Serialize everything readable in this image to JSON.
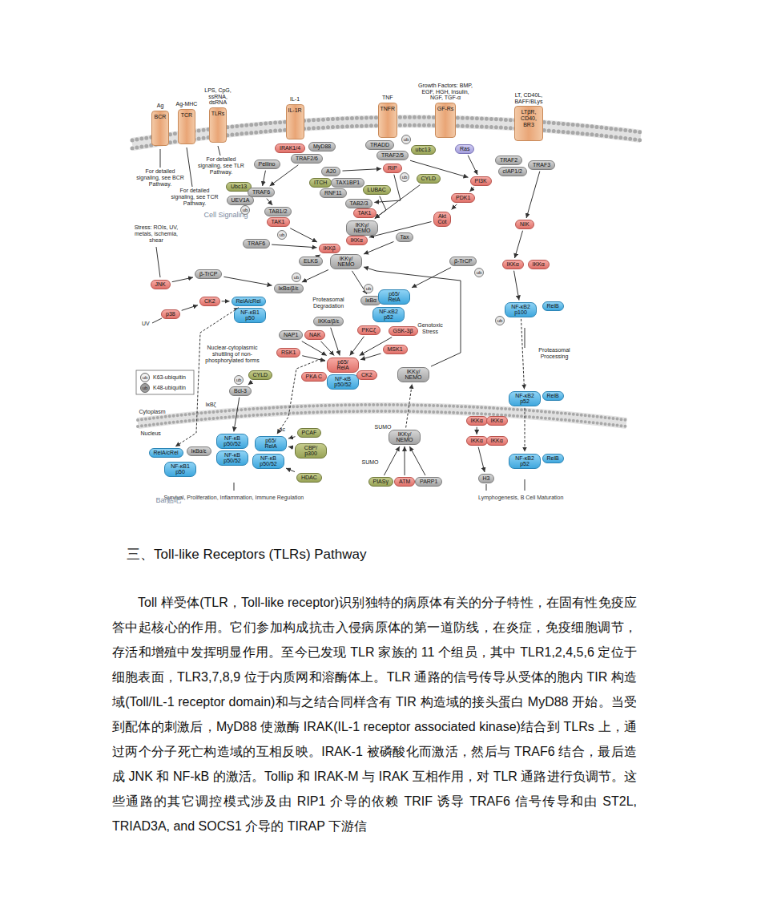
{
  "diagram": {
    "nodes": [
      {
        "text": [
          "Ag",
          "BCR"
        ]
      },
      {
        "text": [
          "Ag-MHC",
          "TCR"
        ]
      },
      {
        "text": [
          "LPS, CpG, ssRNA, dsRNA",
          "TLRs"
        ]
      },
      {
        "text": [
          "IL-1",
          "IL-1R"
        ]
      },
      {
        "text": [
          "MyD88"
        ]
      },
      {
        "text": [
          "IRAK1/4"
        ]
      },
      {
        "text": [
          "TRAF2/6"
        ]
      },
      {
        "text": [
          "TNF",
          "TNFR"
        ]
      },
      {
        "text": [
          "TRADD"
        ]
      },
      {
        "text": [
          "TRAF2/5"
        ]
      },
      {
        "text": [
          "ubc13"
        ]
      },
      {
        "text": [
          "Growth Factors: BMP, EGF, HGH, Insulin, NGF, TGF-α",
          "GF-Rs"
        ]
      },
      {
        "text": [
          "Ras"
        ]
      },
      {
        "text": [
          "LT, CD40L, BAFF/BLys",
          "LTβR, CD40, BR3"
        ]
      },
      {
        "text": [
          "TRAF2"
        ]
      },
      {
        "text": [
          "cIAP1/2"
        ]
      },
      {
        "text": [
          "TRAF3"
        ]
      },
      {
        "text": [
          "Pellino"
        ]
      },
      {
        "text": [
          "A20"
        ]
      },
      {
        "text": [
          "ITCH"
        ]
      },
      {
        "text": [
          "TAX1BP1"
        ]
      },
      {
        "text": [
          "RNF11"
        ]
      },
      {
        "text": [
          "Ubc13"
        ]
      },
      {
        "text": [
          "UEV1A"
        ]
      },
      {
        "text": [
          "TRAF6"
        ]
      },
      {
        "text": [
          "RIP"
        ]
      },
      {
        "text": [
          "CYLD"
        ]
      },
      {
        "text": [
          "PI3K"
        ]
      },
      {
        "text": [
          "LUBAC"
        ]
      },
      {
        "text": [
          "TAB2/3"
        ]
      },
      {
        "text": [
          "TAK1"
        ]
      },
      {
        "text": [
          "IKKγ/ NEMO"
        ]
      },
      {
        "text": [
          "TAB1/2"
        ]
      },
      {
        "text": [
          "TAK1"
        ]
      },
      {
        "text": [
          "PDK1"
        ]
      },
      {
        "text": [
          "Akt",
          "Cot"
        ]
      },
      {
        "text": [
          "Tax"
        ]
      },
      {
        "text": [
          "NIK"
        ]
      },
      {
        "text": [
          "TRAF6"
        ]
      },
      {
        "text": [
          "ELKS"
        ]
      },
      {
        "text": [
          "IKKα"
        ]
      },
      {
        "text": [
          "IKKβ"
        ]
      },
      {
        "text": [
          "IKKγ/ NEMO"
        ]
      },
      {
        "text": [
          "β-TrCP"
        ]
      },
      {
        "text": [
          "IKKα"
        ]
      },
      {
        "text": [
          "IKKα"
        ]
      },
      {
        "text": [
          "β-TrCP"
        ]
      },
      {
        "text": [
          "JNK"
        ]
      },
      {
        "text": [
          "IκBα/β/ε"
        ]
      },
      {
        "text": [
          "RelA/cRel"
        ]
      },
      {
        "text": [
          "NF-κB1 p50"
        ]
      },
      {
        "text": [
          "p38"
        ]
      },
      {
        "text": [
          "CK2"
        ]
      },
      {
        "text": [
          "IκBα"
        ]
      },
      {
        "text": [
          "p65/ RelA"
        ]
      },
      {
        "text": [
          "NF-κB2 p52"
        ]
      },
      {
        "text": [
          "NF-κB2 p100"
        ]
      },
      {
        "text": [
          "RelB"
        ]
      },
      {
        "text": [
          "IKKα/β/ε"
        ]
      },
      {
        "text": [
          "NAP1"
        ]
      },
      {
        "text": [
          "NAK"
        ]
      },
      {
        "text": [
          "RSK1"
        ]
      },
      {
        "text": [
          "PKCζ"
        ]
      },
      {
        "text": [
          "GSK-3β"
        ]
      },
      {
        "text": [
          "MSK1"
        ]
      },
      {
        "text": [
          "p65/ RelA"
        ]
      },
      {
        "text": [
          "NF-κB p50/52"
        ]
      },
      {
        "text": [
          "PKA C"
        ]
      },
      {
        "text": [
          "CK2"
        ]
      },
      {
        "text": [
          "IKKγ/ NEMO"
        ]
      },
      {
        "text": [
          "NF-κB2 p52"
        ]
      },
      {
        "text": [
          "RelB"
        ]
      },
      {
        "text": [
          "IKKα"
        ]
      },
      {
        "text": [
          "IKKα"
        ]
      },
      {
        "text": [
          "CYLD"
        ]
      },
      {
        "text": [
          "Bcl-3"
        ]
      },
      {
        "text": [
          "RelA/cRel"
        ]
      },
      {
        "text": [
          "IκBα/ε"
        ]
      },
      {
        "text": [
          "NF-κB1 p50"
        ]
      },
      {
        "text": [
          "NF-κB p50/52"
        ]
      },
      {
        "text": [
          "NF-κB p50/52"
        ]
      },
      {
        "text": [
          "p65/ RelA"
        ]
      },
      {
        "text": [
          "NF-κB p50/52"
        ]
      },
      {
        "text": [
          "PCAF"
        ]
      },
      {
        "text": [
          "CBP/ p300"
        ]
      },
      {
        "text": [
          "HDAC"
        ]
      },
      {
        "text": [
          "IKKγ/ NEMO"
        ]
      },
      {
        "text": [
          "PIASγ"
        ]
      },
      {
        "text": [
          "ATM"
        ]
      },
      {
        "text": [
          "PARP1"
        ]
      },
      {
        "text": [
          "IKKα"
        ]
      },
      {
        "text": [
          "IKKα"
        ]
      },
      {
        "text": [
          "H3"
        ]
      },
      {
        "text": [
          "NF-κB2 p52"
        ]
      },
      {
        "text": [
          "RelB"
        ]
      }
    ],
    "edges": [
      {
        "from": 17,
        "to": 24,
        "arrow": "to"
      },
      {
        "from": 6,
        "to": 24,
        "arrow": "to"
      },
      {
        "from": 24,
        "to": 32,
        "arrow": "to"
      },
      {
        "from": 25,
        "to": 29,
        "arrow": "to"
      },
      {
        "from": 18,
        "to": 25,
        "arrow": "to"
      },
      {
        "from": 28,
        "to": 31,
        "arrow": "to"
      },
      {
        "from": 26,
        "to": 31,
        "arrow": "to"
      },
      {
        "from": 9,
        "to": 27,
        "arrow": "to"
      },
      {
        "from": 12,
        "to": 27,
        "arrow": "to"
      },
      {
        "from": 27,
        "to": 34,
        "arrow": "to"
      },
      {
        "from": 34,
        "to": 35,
        "arrow": "to"
      },
      {
        "from": 35,
        "to": 40,
        "arrow": "to"
      },
      {
        "from": 33,
        "to": 41,
        "arrow": "to"
      },
      {
        "from": 31,
        "to": 40,
        "arrow": "to"
      },
      {
        "from": 36,
        "to": 42,
        "arrow": "to"
      },
      {
        "from": 38,
        "to": 41,
        "arrow": "to"
      },
      {
        "from": 39,
        "to": 41,
        "arrow": "to"
      },
      {
        "from": 16,
        "to": 37,
        "arrow": "to"
      },
      {
        "from": 37,
        "to": 44,
        "arrow": "to"
      },
      {
        "from": 44,
        "to": 56,
        "arrow": "to"
      },
      {
        "from": 42,
        "to": 48,
        "arrow": "to"
      },
      {
        "from": 47,
        "to": 46,
        "arrow": "to"
      },
      {
        "from": 46,
        "to": 48,
        "arrow": "to"
      },
      {
        "from": 51,
        "to": 52,
        "arrow": "to"
      },
      {
        "from": 52,
        "to": 49,
        "arrow": "to"
      },
      {
        "from": 42,
        "to": 53,
        "arrow": "to"
      },
      {
        "from": 43,
        "to": 54,
        "arrow": "to"
      },
      {
        "from": 56,
        "to": 70,
        "arrow": "to"
      },
      {
        "from": 70,
        "to": 93,
        "arrow": "to"
      },
      {
        "from": 72,
        "to": 90,
        "arrow": "to"
      },
      {
        "from": 90,
        "to": 92,
        "arrow": "to"
      },
      {
        "from": 58,
        "to": 65,
        "arrow": "to"
      },
      {
        "from": 59,
        "to": 65,
        "arrow": "to"
      },
      {
        "from": 60,
        "to": 65,
        "arrow": "to"
      },
      {
        "from": 61,
        "to": 65,
        "arrow": "to"
      },
      {
        "from": 62,
        "to": 65,
        "arrow": "to"
      },
      {
        "from": 63,
        "to": 65,
        "arrow": "to"
      },
      {
        "from": 64,
        "to": 65,
        "arrow": "to"
      },
      {
        "from": 86,
        "to": 69,
        "arrow": "to"
      },
      {
        "from": 69,
        "to": 42,
        "arrow": "to"
      },
      {
        "from": 88,
        "to": 86,
        "arrow": "to"
      },
      {
        "from": 87,
        "to": 86,
        "arrow": "to"
      },
      {
        "from": 89,
        "to": 86,
        "arrow": "to"
      },
      {
        "from": 75,
        "to": 79,
        "arrow": "to"
      },
      {
        "from": 74,
        "to": 75,
        "arrow": "to"
      },
      {
        "from": 65,
        "to": 81,
        "arrow": "to"
      },
      {
        "from": 83,
        "to": 81,
        "arrow": "to"
      },
      {
        "from": 84,
        "to": 81,
        "arrow": "to"
      },
      {
        "from": 85,
        "to": 82,
        "arrow": "to"
      },
      {
        "from": 49,
        "to": 76,
        "arrow": "both"
      }
    ],
    "labels": [
      "For detailed signaling, see BCR Pathway.",
      "For detailed signaling, see TCR Pathway.",
      "For detailed signaling, see TLR Pathway.",
      "Cell Signaling",
      "Stress: ROIs, UV, metals, ischemia, shear",
      "UV",
      "Proteasomal Degradation",
      "Nuclear-cytoplasmic shuttling of non-phosphorylated forms",
      "Genotoxic Stress",
      "Proteasomal Processing",
      "IκBζ",
      "Cytoplasm",
      "Nucleus",
      "ac",
      "SUMO",
      "SUMO",
      "Survival, Proliferation, Inflammation, Immune Regulation",
      "Lymphogenesis, B Cell Maturation",
      "Bai贴吧",
      "三、Toll-like Receptors (TLRs) Pathway",
      "Toll 样受体(TLR，Toll-like receptor)识别独特的病原体有关的分子特性，在固有性免疫应答中起核心的作用。它们参加构成抗击入侵病原体的第一道防线，在炎症，免疫细胞调节，存活和增殖中发挥明显作用。至今已发现 TLR 家族的 11 个组员，其中 TLR1,2,4,5,6 定位于细胞表面，TLR3,7,8,9 位于内质网和溶酶体上。TLR 通路的信号传导从受体的胞内 TIR 构造域(Toll/IL-1 receptor domain)和与之结合同样含有 TIR 构造域的接头蛋白 MyD88 开始。当受到配体的刺激后，MyD88 使激酶 IRAK(IL-1 receptor associated kinase)结合到 TLRs 上，通过两个分子死亡构造域的互相反映。IRAK-1 被磷酸化而激活，然后与 TRAF6 结合，最后造成 JNK 和 NF-kB 的激活。Tollip 和 IRAK-M 与 IRAK 互相作用，对 TLR 通路进行负调节。这些通路的其它调控模式涉及由 RIP1 介导的依赖 TRIF 诱导 TRAF6 信号传导和由 ST2L, TRIAD3A, and SOCS1 介导的 TIRAP 下游信",
      "ub",
      "ub",
      "ub",
      "ub",
      "ub",
      "ub",
      "ub",
      "ub",
      "ub",
      "ub",
      "ub"
    ],
    "legend": [
      {
        "text": "K63-ubiquitin",
        "color": "#f2f2f2"
      },
      {
        "text": "K48-ubiquitin",
        "color": "#9e9e9e"
      }
    ]
  }
}
